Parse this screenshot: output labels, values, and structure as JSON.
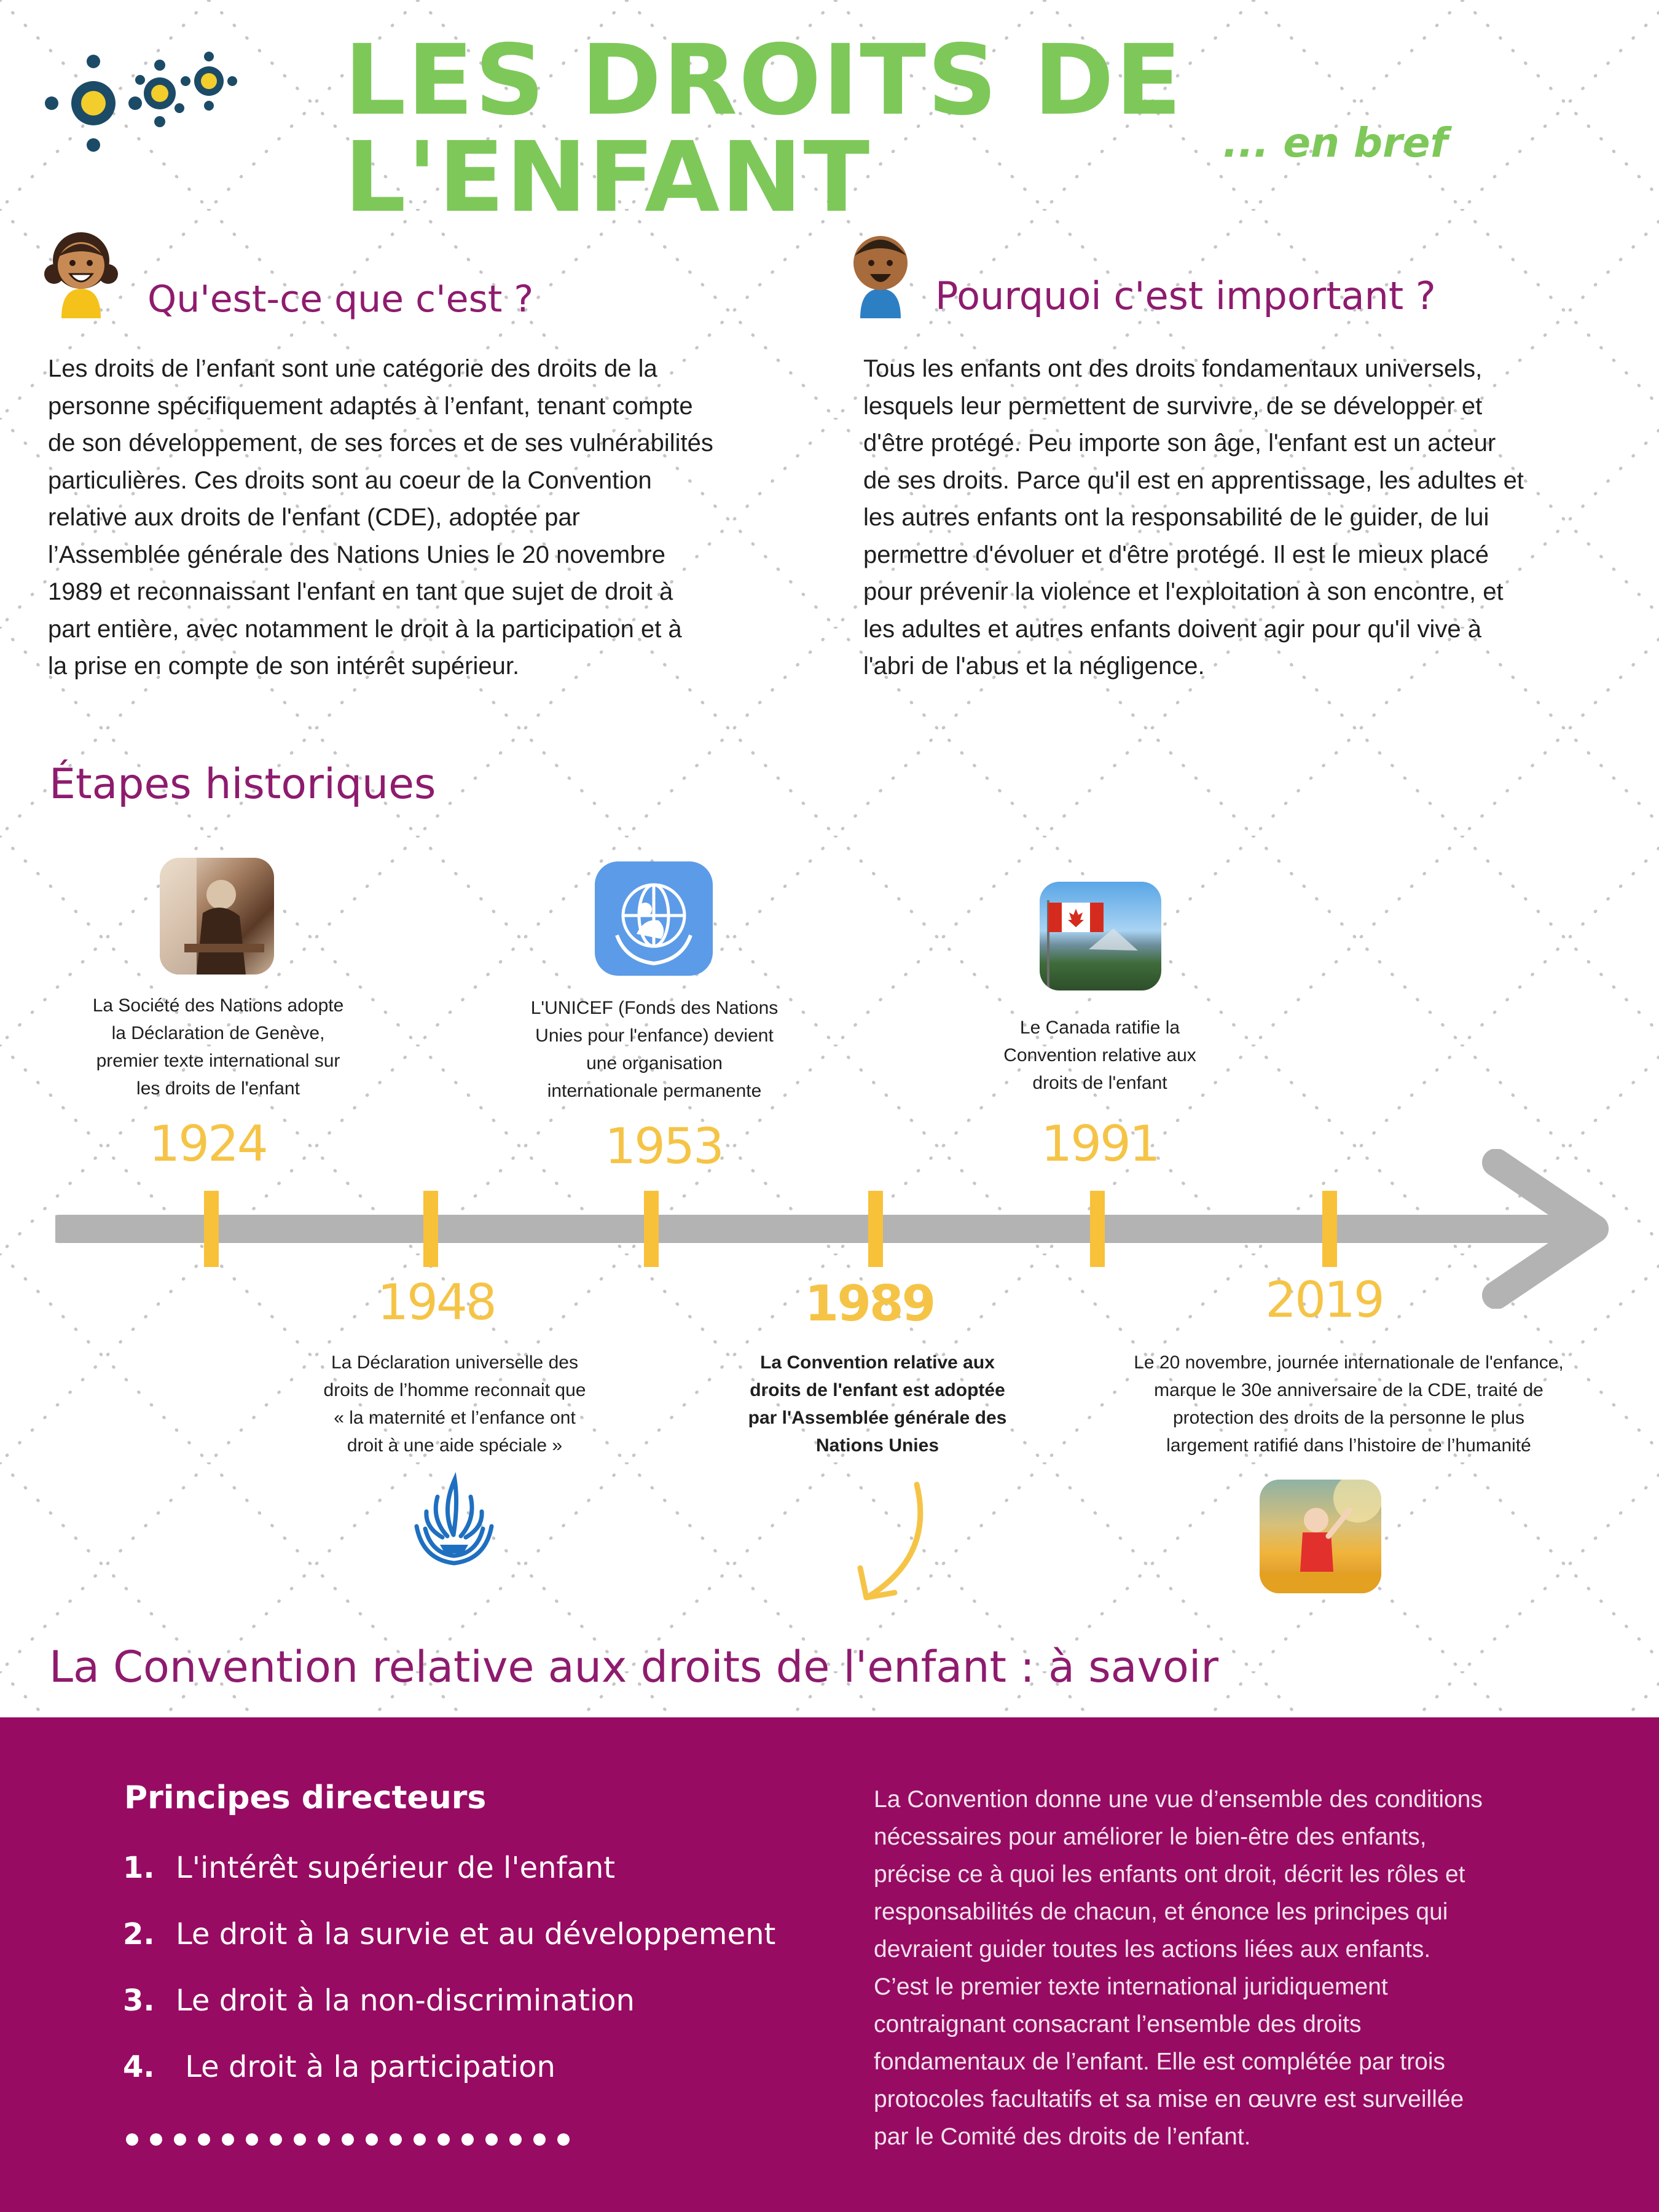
{
  "header": {
    "title": "LES DROITS DE L'ENFANT",
    "subtitle": "... en bref"
  },
  "colors": {
    "green": "#7ec85a",
    "magenta": "#8e1b6e",
    "band": "#970b62",
    "yellow": "#f8c13a",
    "timeline_gray": "#b3b3b3",
    "logo_navy": "#1c4b67",
    "logo_yellow": "#f3cd2c"
  },
  "what": {
    "heading": "Qu'est-ce que c'est ?",
    "icon": "girl-avatar-icon",
    "lines": [
      "Les droits de l’enfant sont une catégorie des droits de la",
      "personne spécifiquement adaptés à l’enfant, tenant compte",
      "de son développement, de ses forces et de ses vulnérabilités",
      "particulières. Ces droits sont au coeur de la Convention",
      "relative aux droits de l'enfant (CDE), adoptée par",
      "l’Assemblée générale des Nations Unies le 20 novembre",
      "1989 et reconnaissant l'enfant en tant que sujet de droit à",
      "part entière, avec notamment le droit à la participation et à",
      "la prise en compte de son intérêt supérieur."
    ]
  },
  "why": {
    "heading": "Pourquoi c'est important ?",
    "icon": "boy-avatar-icon",
    "lines": [
      "Tous les enfants ont des droits fondamentaux universels,",
      "lesquels leur permettent de survivre, de se développer et",
      "d'être protégé. Peu importe son âge, l'enfant est un acteur",
      "de ses droits. Parce qu'il est en apprentissage, les adultes et",
      "les autres enfants ont la responsabilité de le guider, de lui",
      "permettre d'évoluer et d'être protégé. Il est le mieux placé",
      "pour prévenir la violence et l'exploitation à son encontre, et",
      "les adultes et autres enfants doivent agir pour qu'il vive à",
      "l'abri de l'abus et la négligence."
    ]
  },
  "timeline": {
    "heading": "Étapes historiques",
    "events": [
      {
        "year": "1924",
        "lines": [
          "La Société des Nations adopte",
          "la Déclaration de Genève,",
          "premier texte international sur",
          "les droits de l'enfant"
        ],
        "image": "historical-photo-woman-writing"
      },
      {
        "year": "1948",
        "lines": [
          "La Déclaration universelle des",
          "droits de l’homme reconnait que",
          "« la maternité et l’enfance ont",
          "droit à une aide spéciale »"
        ],
        "image": "un-human-rights-flame-icon"
      },
      {
        "year": "1953",
        "lines": [
          "L'UNICEF (Fonds des Nations",
          "Unies pour l'enfance) devient",
          "une organisation",
          "internationale permanente"
        ],
        "image": "unicef-logo-icon"
      },
      {
        "year": "1989",
        "lines": [
          "La Convention relative aux",
          "droits de l'enfant est adoptée",
          "par l'Assemblée générale des",
          "Nations Unies"
        ],
        "image": "curved-arrow-icon"
      },
      {
        "year": "1991",
        "lines": [
          "Le Canada ratifie la",
          "Convention relative aux",
          "droits de l'enfant"
        ],
        "image": "canada-flag-photo"
      },
      {
        "year": "2019",
        "lines": [
          "Le 20 novembre, journée internationale de l'enfance,",
          "marque le 30e anniversaire de la CDE, traité de",
          "protection des droits de la personne le plus",
          "largement ratifié dans l’histoire de l’humanité"
        ],
        "image": "child-autumn-photo"
      }
    ]
  },
  "convention": {
    "heading": "La Convention relative aux droits de l'enfant : à savoir",
    "principles_title": "Principes directeurs",
    "principles": [
      {
        "num": "1.",
        "label": "L'intérêt supérieur de l'enfant"
      },
      {
        "num": "2.",
        "label": "Le droit à la survie et au développement"
      },
      {
        "num": "3.",
        "label": "Le droit à la non-discrimination"
      },
      {
        "num": "4.",
        "label": " Le droit à la participation"
      }
    ],
    "lines": [
      "La Convention donne une vue d’ensemble des conditions",
      "nécessaires pour améliorer le bien-être des enfants,",
      "précise ce à quoi les enfants ont droit, décrit les rôles et",
      "responsabilités de chacun, et énonce les principes qui",
      "devraient guider toutes les actions liées aux enfants.",
      "C’est le premier texte international juridiquement",
      "contraignant consacrant l’ensemble des droits",
      "fondamentaux de l’enfant. Elle est complétée par trois",
      "protocoles facultatifs et sa mise en œuvre est surveillée",
      "par le Comité des droits de l’enfant."
    ]
  }
}
